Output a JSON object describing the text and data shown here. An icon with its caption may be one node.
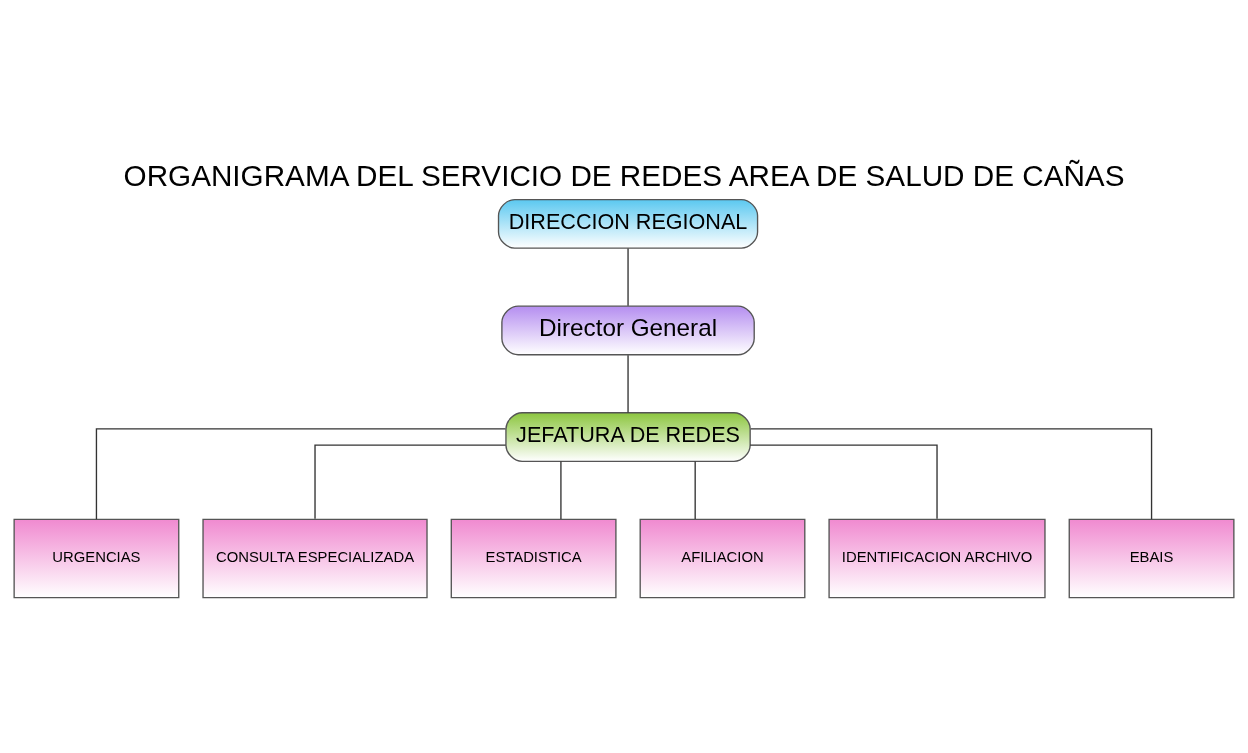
{
  "diagram": {
    "title": "ORGANIGRAMA DEL SERVICIO DE REDES AREA DE SALUD DE CAÑAS",
    "nodes": [
      {
        "text": [
          "DIRECCION REGIONAL"
        ]
      },
      {
        "text": [
          "Director General"
        ]
      },
      {
        "text": [
          "JEFATURA DE REDES"
        ]
      },
      {
        "text": [
          "URGENCIAS"
        ]
      },
      {
        "text": [
          "CONSULTA ESPECIALIZADA"
        ]
      },
      {
        "text": [
          "ESTADISTICA"
        ]
      },
      {
        "text": [
          "AFILIACION"
        ]
      },
      {
        "text": [
          "IDENTIFICACION ARCHIVO"
        ]
      },
      {
        "text": [
          "EBAIS"
        ]
      }
    ],
    "edges": [
      {
        "from": 0,
        "to": 1,
        "arrow": "none"
      },
      {
        "from": 1,
        "to": 2,
        "arrow": "none"
      },
      {
        "from": 2,
        "to": 3,
        "arrow": "none"
      },
      {
        "from": 2,
        "to": 4,
        "arrow": "none"
      },
      {
        "from": 2,
        "to": 5,
        "arrow": "none"
      },
      {
        "from": 2,
        "to": 6,
        "arrow": "none"
      },
      {
        "from": 2,
        "to": 7,
        "arrow": "none"
      },
      {
        "from": 2,
        "to": 8,
        "arrow": "none"
      }
    ]
  }
}
